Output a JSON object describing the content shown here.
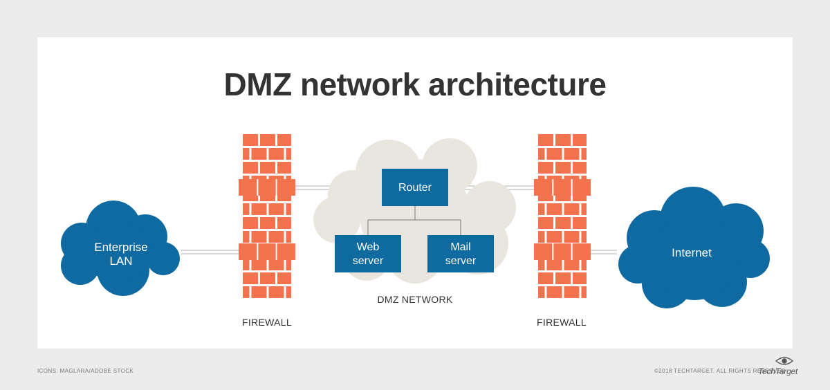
{
  "title": "DMZ network architecture",
  "nodes": {
    "enterprise_lan": "Enterprise\nLAN",
    "internet": "Internet",
    "router": "Router",
    "web_server": "Web\nserver",
    "mail_server": "Mail\nserver"
  },
  "captions": {
    "firewall_left": "FIREWALL",
    "firewall_right": "FIREWALL",
    "dmz_network": "DMZ NETWORK"
  },
  "footer": {
    "credit": "ICONS: MAGLARA/ADOBE STOCK",
    "copyright": "©2018 TECHTARGET. ALL RIGHTS RESERVED",
    "brand": "TechTarget"
  },
  "colors": {
    "blue_node": "#0f6aa0",
    "cloud_blue": "#0e6aa1",
    "dmz_cloud": "#e8e6df",
    "brick": "#f2734d",
    "mortar": "#ffffff",
    "title": "#333333"
  },
  "icons": [
    "cloud-icon",
    "firewall-brick-wall-icon",
    "eye-logo-icon"
  ]
}
